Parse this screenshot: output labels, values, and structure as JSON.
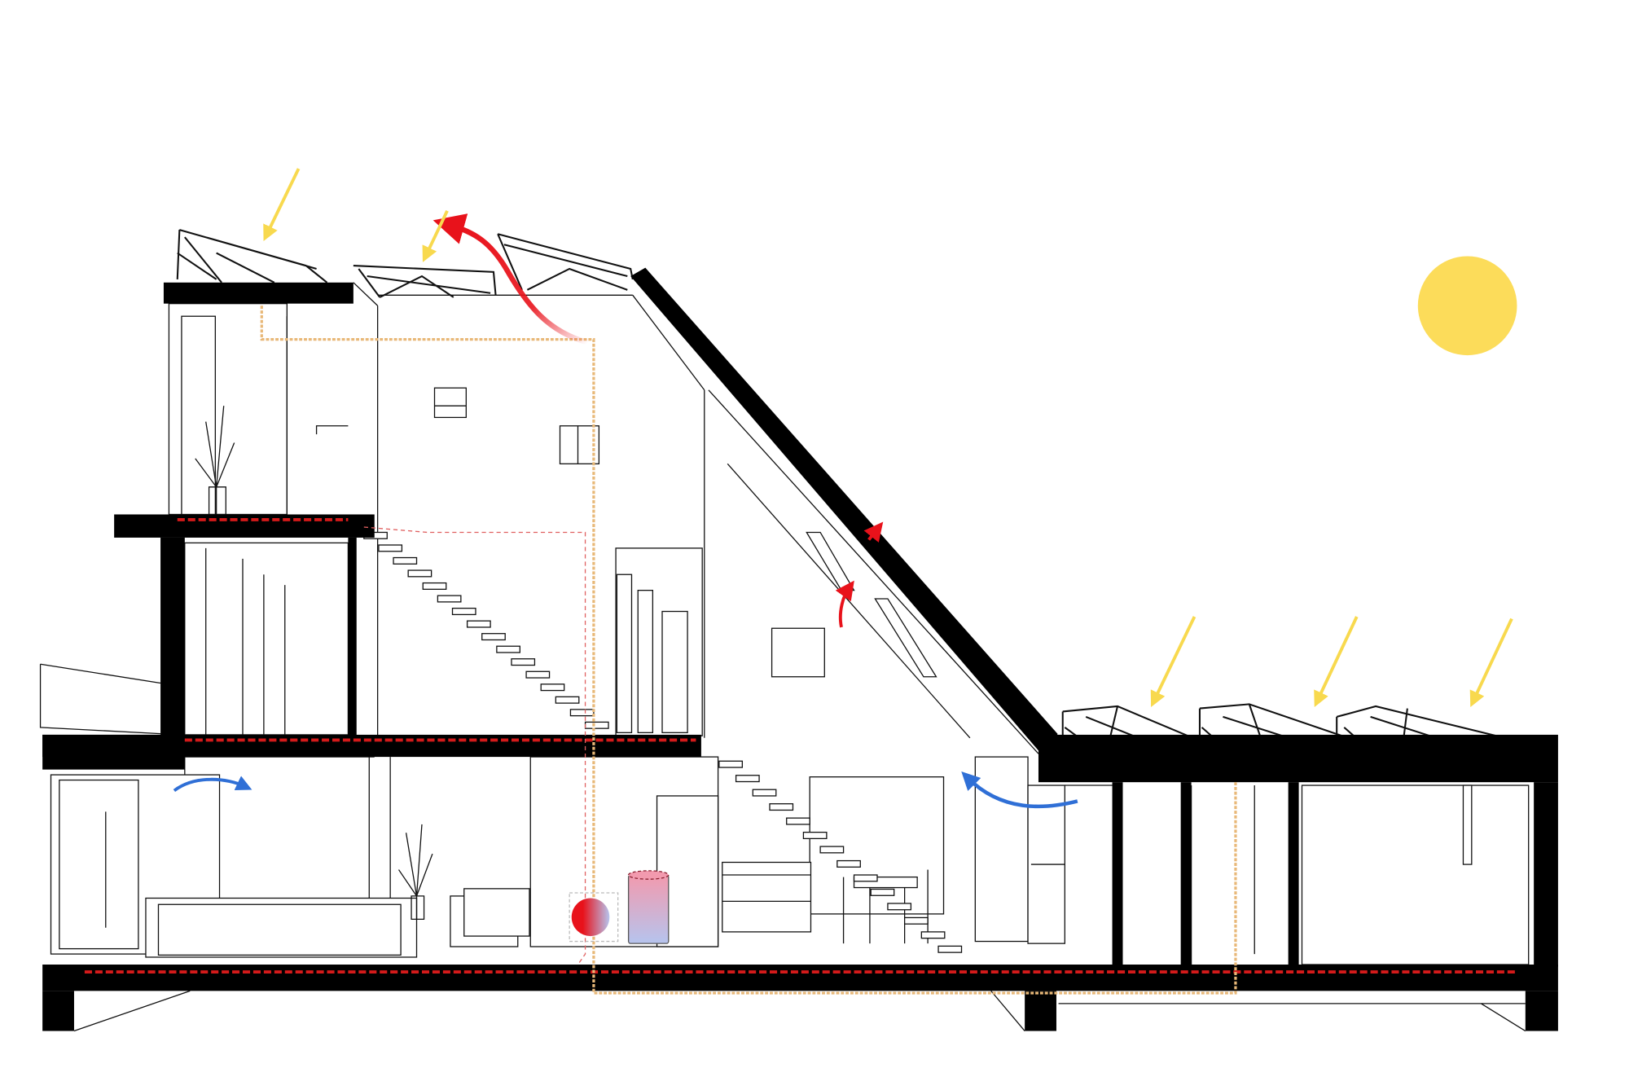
{
  "diagram": {
    "type": "architectural-section",
    "colors": {
      "sun": "#fcdc5a",
      "sun_ray_arrow": "#f8d94e",
      "warm_air_arrow": "#e8121b",
      "cool_air_arrow": "#2f6fd6",
      "floor_heating_line": "#d41a1a",
      "solar_pipe_line": "#e8b878",
      "structure": "#000000",
      "tank_top": "#f2a3b3",
      "tank_bottom": "#b9c6ec"
    },
    "icons": [
      "sun-icon",
      "sun-ray-arrow",
      "warm-air-arrow",
      "cool-air-arrow",
      "solar-panel",
      "hot-water-tank",
      "heat-pump"
    ]
  }
}
